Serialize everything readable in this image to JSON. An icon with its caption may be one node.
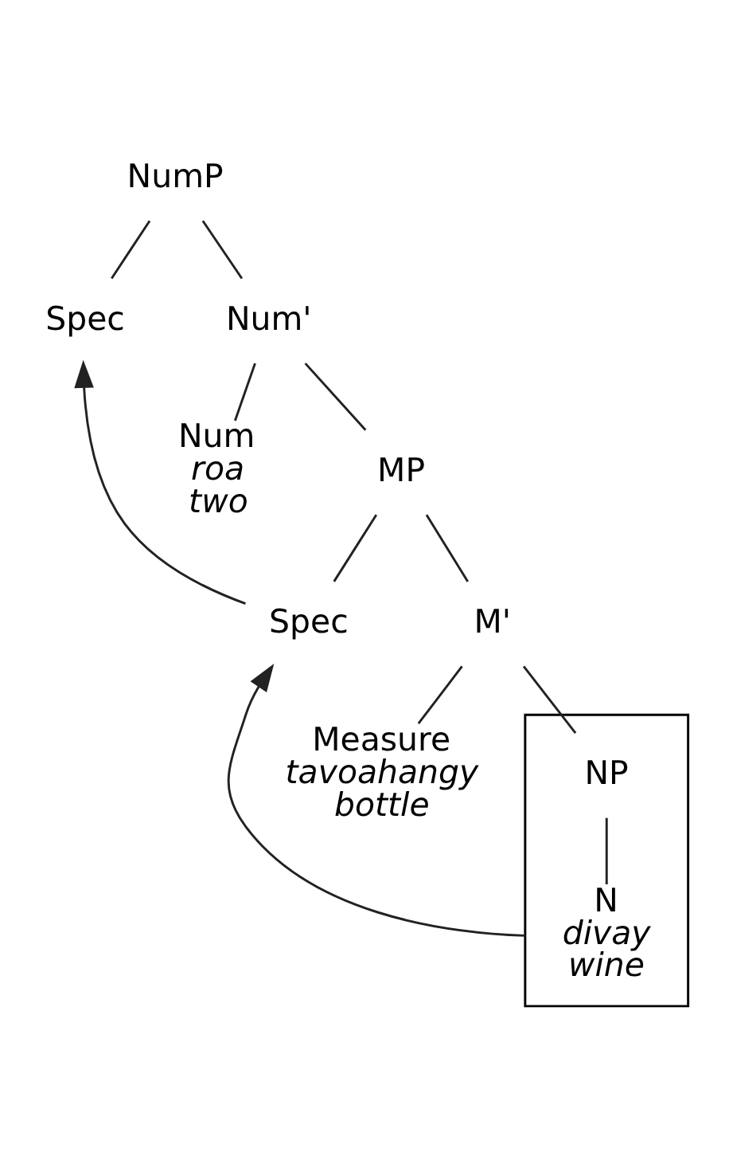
{
  "diagram": {
    "nodes": [
      {
        "text": [
          "NumP"
        ]
      },
      {
        "text": [
          "Spec"
        ]
      },
      {
        "text": [
          "Num'"
        ]
      },
      {
        "text": [
          "Num",
          "roa",
          "two"
        ]
      },
      {
        "text": [
          "MP"
        ]
      },
      {
        "text": [
          "Spec"
        ]
      },
      {
        "text": [
          "M'"
        ]
      },
      {
        "text": [
          "Measure",
          "tavoahangy",
          "bottle"
        ]
      },
      {
        "text": [],
        "shape": "box"
      },
      {
        "text": [
          "NP"
        ],
        "in": 8
      },
      {
        "text": [
          "N",
          "divay",
          "wine"
        ],
        "in": 8
      }
    ],
    "edges": [
      {
        "from": 0,
        "to": 1,
        "arrow": "none"
      },
      {
        "from": 0,
        "to": 2,
        "arrow": "none"
      },
      {
        "from": 2,
        "to": 3,
        "arrow": "none"
      },
      {
        "from": 2,
        "to": 4,
        "arrow": "none"
      },
      {
        "from": 4,
        "to": 5,
        "arrow": "none"
      },
      {
        "from": 4,
        "to": 6,
        "arrow": "none"
      },
      {
        "from": 6,
        "to": 7,
        "arrow": "none"
      },
      {
        "from": 6,
        "to": 9,
        "arrow": "none"
      },
      {
        "from": 9,
        "to": 10,
        "arrow": "none"
      },
      {
        "from": 5,
        "to": 1,
        "arrow": "to"
      },
      {
        "from": 8,
        "to": 5,
        "arrow": "to"
      }
    ]
  }
}
